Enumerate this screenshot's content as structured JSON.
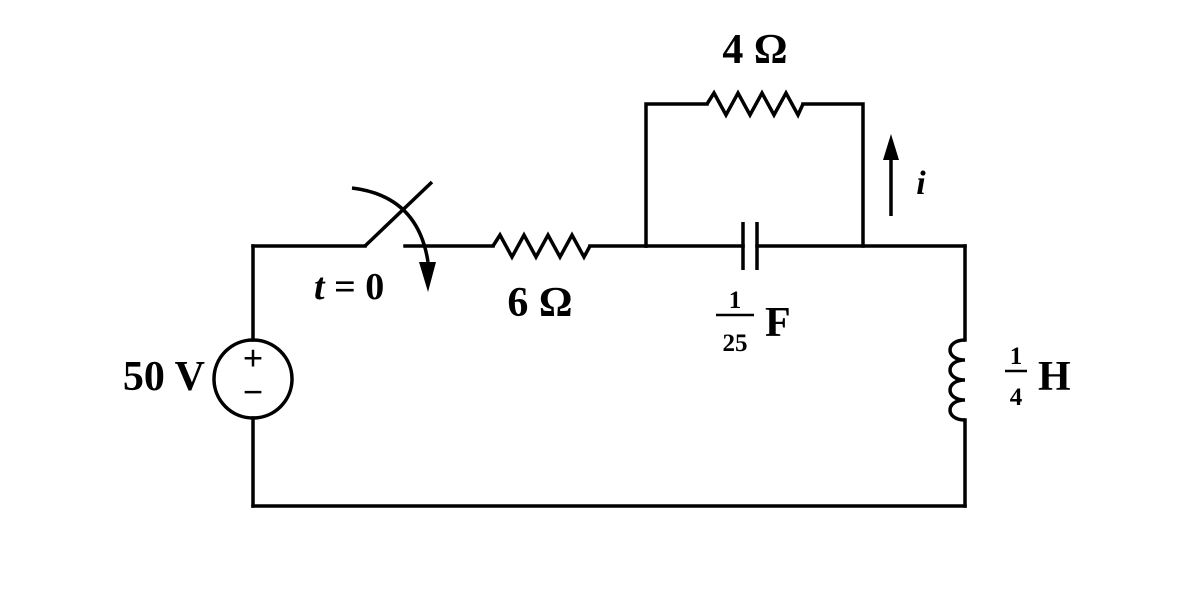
{
  "source_label": "50 V",
  "source_plus": "+",
  "source_minus": "−",
  "switch_label_var": "t",
  "switch_label_rest": " = 0",
  "r1_label": "6 Ω",
  "r2_label": "4 Ω",
  "cap_num": "1",
  "cap_den": "25",
  "cap_unit": "F",
  "ind_num": "1",
  "ind_den": "4",
  "ind_unit": "H",
  "current_label": "i"
}
